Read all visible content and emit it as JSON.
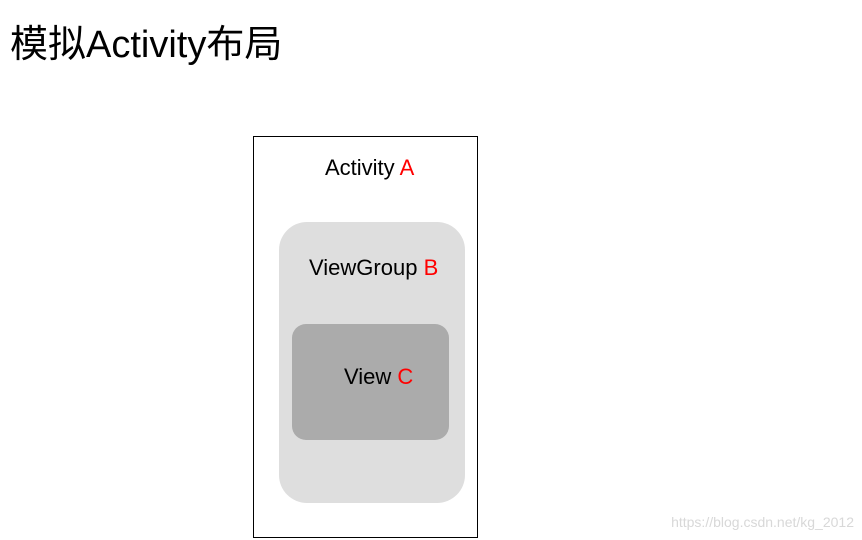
{
  "title": "模拟Activity布局",
  "diagram": {
    "activity": {
      "name": "Activity",
      "letter": "A"
    },
    "viewgroup": {
      "name": "ViewGroup",
      "letter": "B"
    },
    "view": {
      "name": "View",
      "letter": "C"
    }
  },
  "watermark": "https://blog.csdn.net/kg_2012",
  "colors": {
    "letter_accent": "#ff0000",
    "viewgroup_fill": "#dedede",
    "view_fill": "#ababab",
    "activity_border": "#000000"
  }
}
